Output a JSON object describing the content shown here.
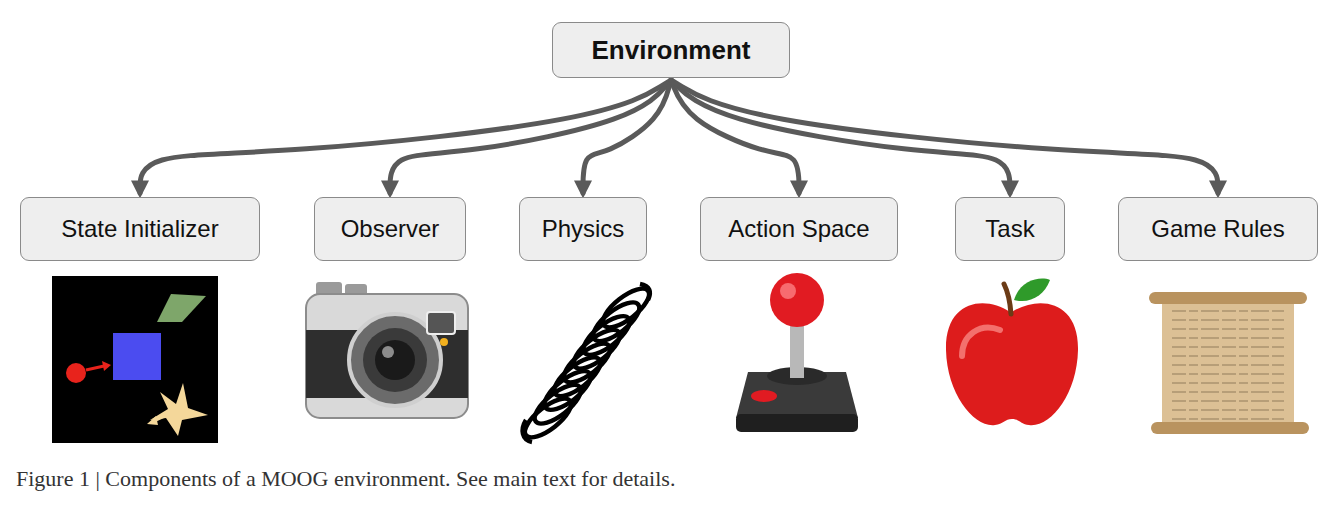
{
  "diagram": {
    "caption": "Figure 1 | Components of a MOOG environment. See main text for details.",
    "nodes": [
      {
        "text": [
          "Environment"
        ]
      },
      {
        "text": [
          "State Initializer"
        ]
      },
      {
        "text": [
          "Observer"
        ]
      },
      {
        "text": [
          "Physics"
        ]
      },
      {
        "text": [
          "Action Space"
        ]
      },
      {
        "text": [
          "Task"
        ]
      },
      {
        "text": [
          "Game Rules"
        ]
      }
    ],
    "edges": [
      {
        "from": 0,
        "to": 1,
        "arrow": "to"
      },
      {
        "from": 0,
        "to": 2,
        "arrow": "to"
      },
      {
        "from": 0,
        "to": 3,
        "arrow": "to"
      },
      {
        "from": 0,
        "to": 4,
        "arrow": "to"
      },
      {
        "from": 0,
        "to": 5,
        "arrow": "to"
      },
      {
        "from": 0,
        "to": 6,
        "arrow": "to"
      }
    ]
  }
}
